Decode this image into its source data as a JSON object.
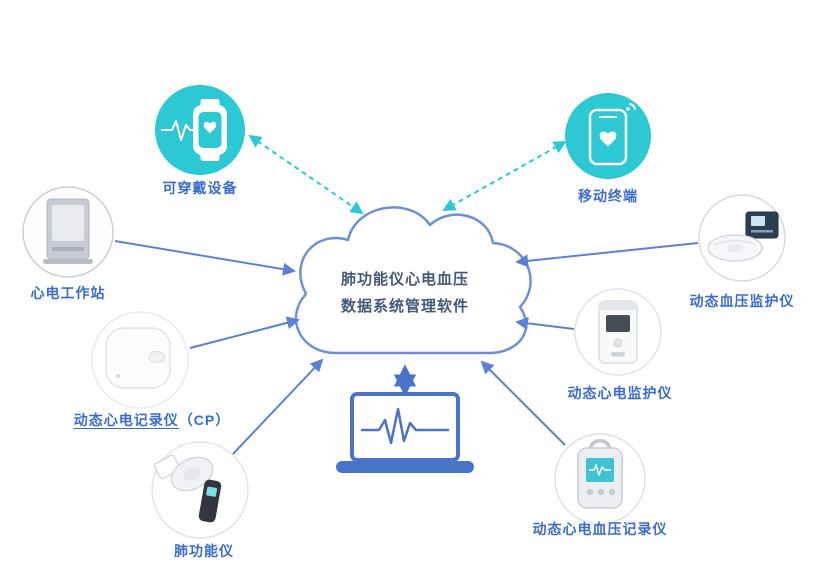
{
  "cloud": {
    "line1": "肺功能仪心电血压",
    "line2": "数据系统管理软件"
  },
  "nodes": [
    {
      "id": "wearable",
      "label": "可穿戴设备",
      "icon": "smartwatch-icon",
      "style": "teal"
    },
    {
      "id": "mobile-terminal",
      "label": "移动终端",
      "icon": "smartphone-icon",
      "style": "teal"
    },
    {
      "id": "ecg-workstation",
      "label": "心电工作站",
      "icon": "ecg-workstation-icon",
      "style": "light"
    },
    {
      "id": "holter-recorder-cp",
      "label_main": "动态心电记录仪",
      "label_suffix": "（CP）",
      "icon": "holter-recorder-icon",
      "style": "light"
    },
    {
      "id": "spirometer",
      "label": "肺功能仪",
      "icon": "spirometer-icon",
      "style": "light"
    },
    {
      "id": "ambulatory-bp-monitor",
      "label": "动态血压监护仪",
      "icon": "bp-monitor-icon",
      "style": "light"
    },
    {
      "id": "holter-monitor",
      "label": "动态心电监护仪",
      "icon": "holter-monitor-icon",
      "style": "light"
    },
    {
      "id": "ecg-bp-recorder",
      "label": "动态心电血压记录仪",
      "icon": "ecg-bp-recorder-icon",
      "style": "light"
    }
  ],
  "connections": [
    {
      "from": "wearable",
      "to": "cloud",
      "type": "dashed-bidirectional"
    },
    {
      "from": "mobile-terminal",
      "to": "cloud",
      "type": "dashed-bidirectional"
    },
    {
      "from": "ecg-workstation",
      "to": "cloud",
      "type": "solid"
    },
    {
      "from": "holter-recorder-cp",
      "to": "cloud",
      "type": "solid"
    },
    {
      "from": "spirometer",
      "to": "cloud",
      "type": "solid"
    },
    {
      "from": "ambulatory-bp-monitor",
      "to": "cloud",
      "type": "solid"
    },
    {
      "from": "holter-monitor",
      "to": "cloud",
      "type": "solid"
    },
    {
      "from": "ecg-bp-recorder",
      "to": "cloud",
      "type": "solid"
    },
    {
      "from": "cloud",
      "to": "workstation-laptop",
      "type": "thick-bidirectional"
    }
  ],
  "colors": {
    "teal": "#2cc9d4",
    "arrow_blue": "#5b82d2",
    "thick_arrow_blue": "#4a74ca",
    "label_blue": "#3a6bd0",
    "cloud_border": "#6e90d8",
    "cloud_text": "#44597a"
  }
}
